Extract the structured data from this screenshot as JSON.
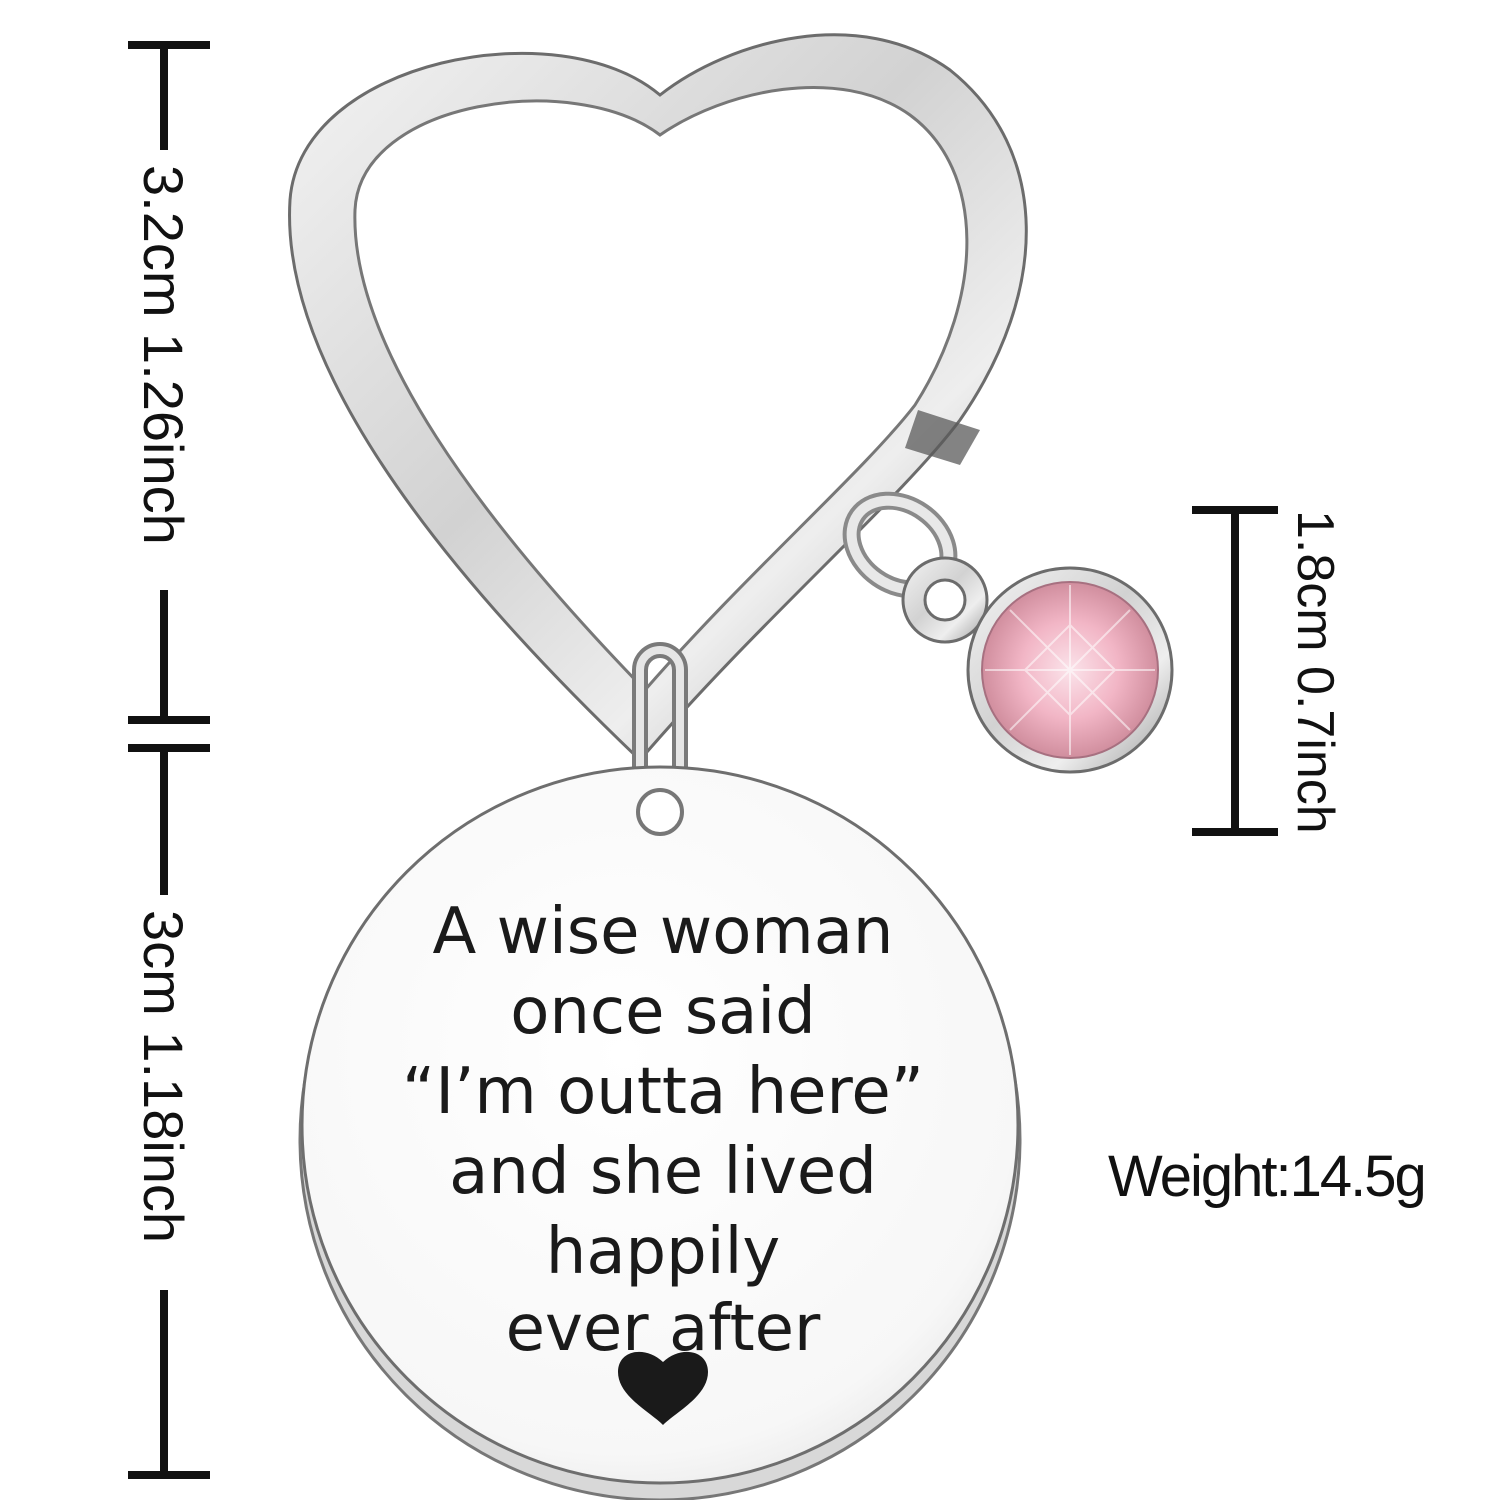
{
  "product": {
    "engraving": {
      "lines": [
        "A wise woman",
        "once said",
        "“I’m outta here”",
        "and she lived",
        "happily",
        "ever after"
      ],
      "heart_symbol": "heart-icon"
    },
    "charm_color": "#f2b6c6",
    "metal_color": "#c8c8c8"
  },
  "dimensions": {
    "keyring_height": "3.2cm 1.26inch",
    "tag_height": "3cm 1.18inch",
    "charm_height": "1.8cm 0.7inch",
    "weight": "Weight:14.5g"
  }
}
